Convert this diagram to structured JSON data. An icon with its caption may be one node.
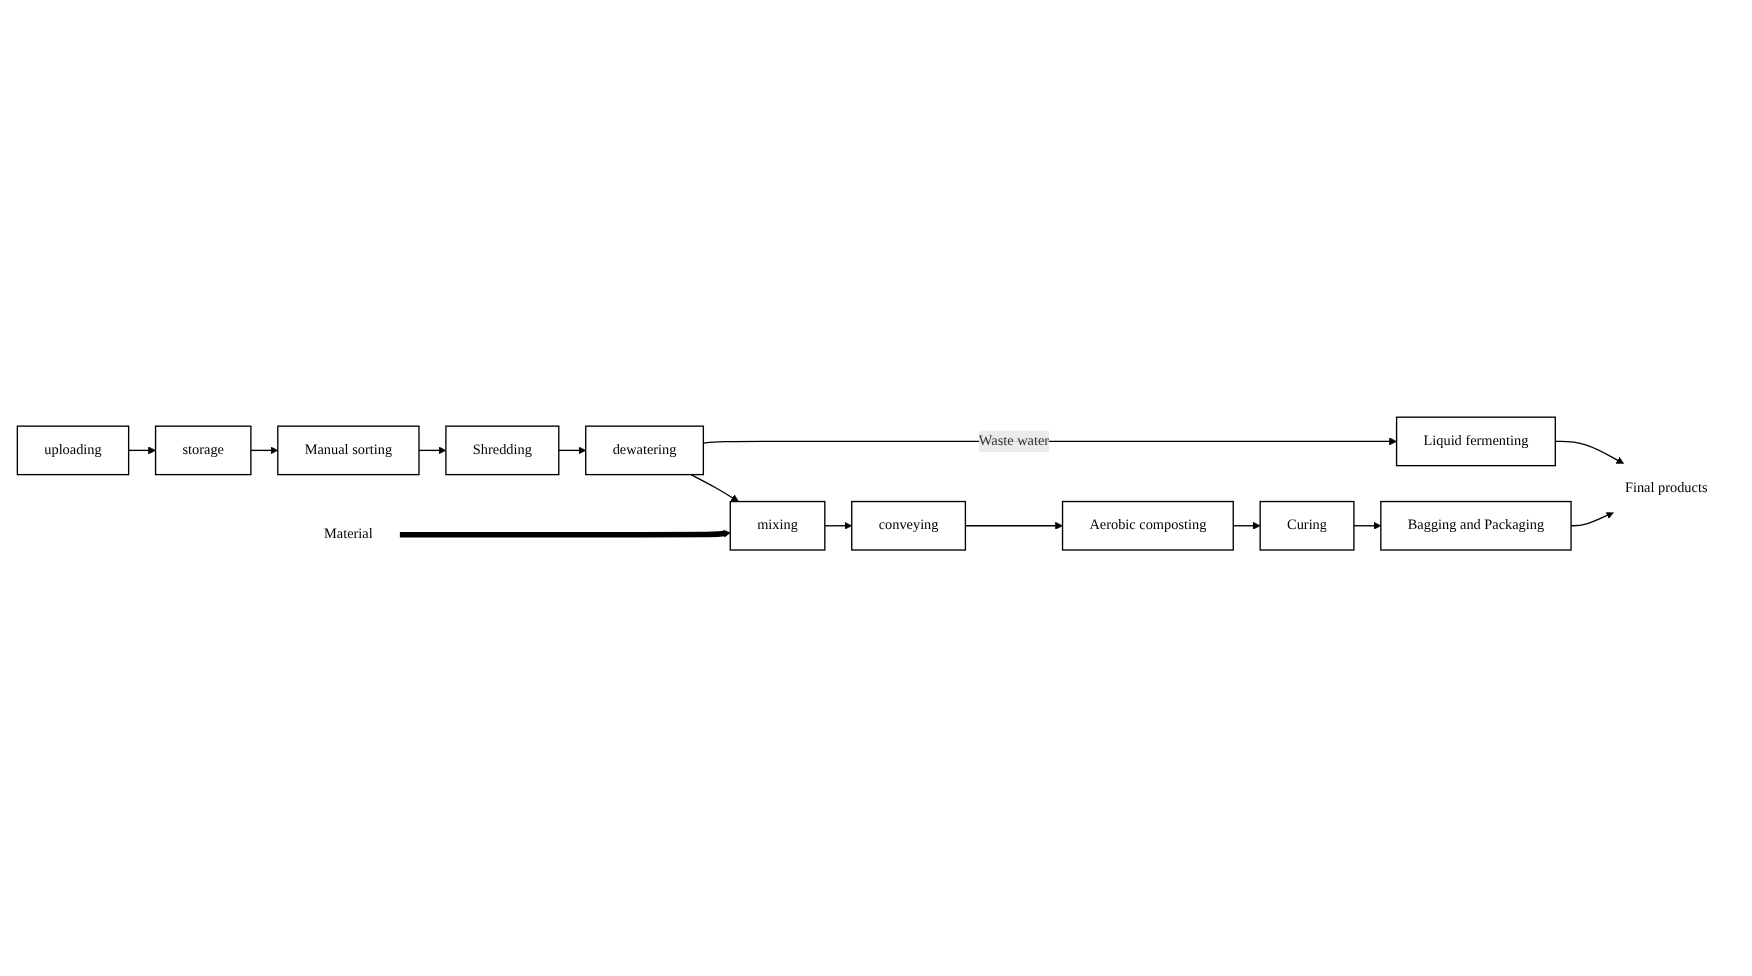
{
  "diagram": {
    "nodes": [
      {
        "text": [
          "uploading"
        ]
      },
      {
        "text": [
          "storage"
        ]
      },
      {
        "text": [
          "Manual sorting"
        ]
      },
      {
        "text": [
          "Shredding"
        ]
      },
      {
        "text": [
          "dewatering"
        ]
      },
      {
        "text": [
          "mixing"
        ]
      },
      {
        "text": [
          "conveying"
        ]
      },
      {
        "text": [
          "Aerobic composting"
        ]
      },
      {
        "text": [
          "Curing"
        ]
      },
      {
        "text": [
          "Bagging and Packaging"
        ]
      },
      {
        "text": [
          "Liquid fermenting"
        ]
      },
      {
        "text": [
          "Material"
        ]
      },
      {
        "text": [
          "Final products"
        ]
      }
    ],
    "edges": [
      {
        "from": 0,
        "to": 1,
        "arrow": "to"
      },
      {
        "from": 1,
        "to": 2,
        "arrow": "to"
      },
      {
        "from": 2,
        "to": 3,
        "arrow": "to"
      },
      {
        "from": 3,
        "to": 4,
        "arrow": "to"
      },
      {
        "from": 4,
        "to": 5,
        "arrow": "to"
      },
      {
        "from": 5,
        "to": 6,
        "arrow": "to"
      },
      {
        "from": 6,
        "to": 7,
        "arrow": "to"
      },
      {
        "from": 7,
        "to": 8,
        "arrow": "to"
      },
      {
        "from": 8,
        "to": 9,
        "arrow": "to"
      },
      {
        "from": 11,
        "to": 5,
        "arrow": "to",
        "style": "thick"
      },
      {
        "from": 4,
        "to": 10,
        "arrow": "to",
        "label": "Waste water"
      },
      {
        "from": 9,
        "to": 12,
        "arrow": "to"
      },
      {
        "from": 10,
        "to": 12,
        "arrow": "to"
      }
    ]
  }
}
